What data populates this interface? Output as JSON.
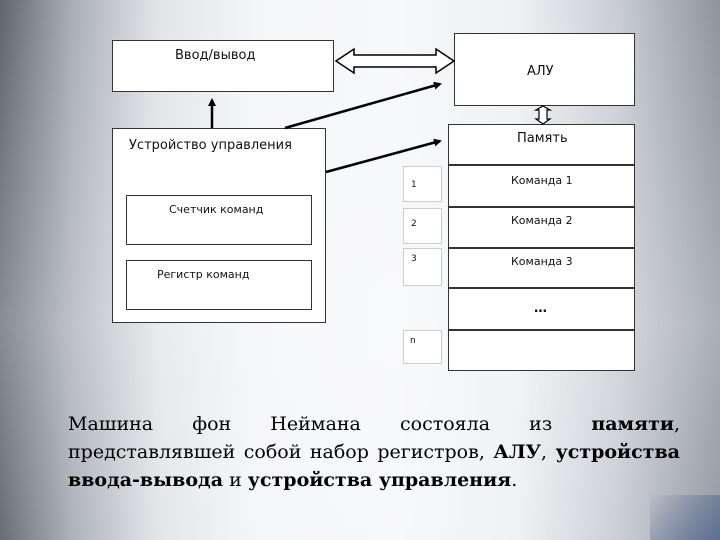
{
  "diagram": {
    "io": {
      "label": "Ввод/вывод"
    },
    "alu": {
      "label": "АЛУ"
    },
    "control_unit": {
      "label": "Устройство управления",
      "counter": "Счетчик команд",
      "register": "Регистр команд"
    },
    "memory": {
      "label": "Память",
      "addresses": [
        "1",
        "2",
        "3",
        "n"
      ],
      "cells": [
        "Команда 1",
        "Команда 2",
        "Команда 3",
        "…",
        ""
      ]
    }
  },
  "caption": {
    "part1": "Машина фон Неймана состояла из ",
    "bold1": "памяти",
    "part2": ", представлявшей собой набор регистров, ",
    "bold2": "АЛУ",
    "part3": ", ",
    "bold3": "устройства ввода-вывода",
    "part4": " и ",
    "bold4": "устройства управления",
    "part5": "."
  }
}
